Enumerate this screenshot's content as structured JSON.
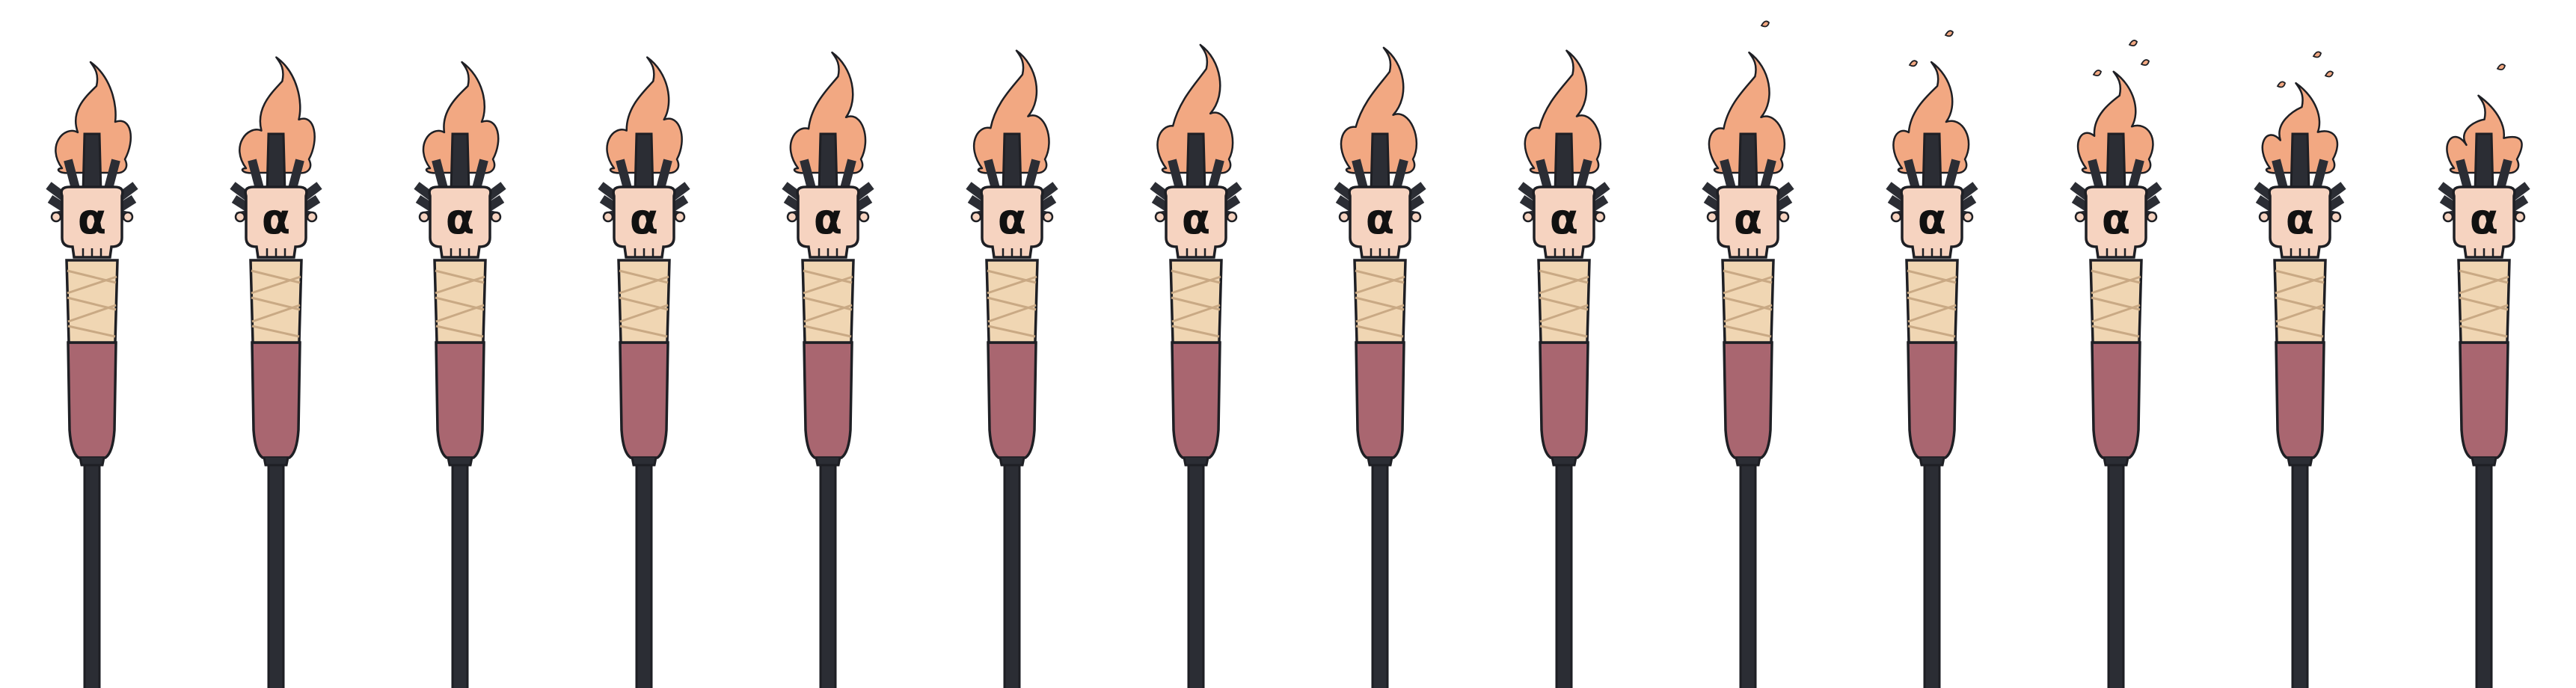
{
  "sprite_sheet": {
    "asset": "tiki-torch",
    "frame_count": 14,
    "emblem_glyph": "α",
    "colors": {
      "background": "#ffffff",
      "flame": "#f2a882",
      "skull": "#f6d3c0",
      "wrap": "#f0d6b3",
      "wrap_line": "#c9a984",
      "handle": "#a96670",
      "pole": "#2b2d34",
      "outline": "#1e1f24"
    },
    "frames": [
      {
        "flame_level": 1.0,
        "embers": 0,
        "flicker": 0.0
      },
      {
        "flame_level": 1.05,
        "embers": 0,
        "flicker": 0.3
      },
      {
        "flame_level": 1.0,
        "embers": 0,
        "flicker": 0.6
      },
      {
        "flame_level": 1.05,
        "embers": 0,
        "flicker": 0.9
      },
      {
        "flame_level": 1.1,
        "embers": 0,
        "flicker": 1.2
      },
      {
        "flame_level": 1.12,
        "embers": 0,
        "flicker": 1.5
      },
      {
        "flame_level": 1.18,
        "embers": 0,
        "flicker": 1.8
      },
      {
        "flame_level": 1.15,
        "embers": 0,
        "flicker": 2.1
      },
      {
        "flame_level": 1.12,
        "embers": 0,
        "flicker": 2.4
      },
      {
        "flame_level": 1.1,
        "embers": 1,
        "flicker": 2.7
      },
      {
        "flame_level": 1.0,
        "embers": 2,
        "flicker": 3.0
      },
      {
        "flame_level": 0.9,
        "embers": 3,
        "flicker": 3.3
      },
      {
        "flame_level": 0.78,
        "embers": 3,
        "flicker": 3.6
      },
      {
        "flame_level": 0.65,
        "embers": 1,
        "flicker": 3.9
      }
    ]
  }
}
